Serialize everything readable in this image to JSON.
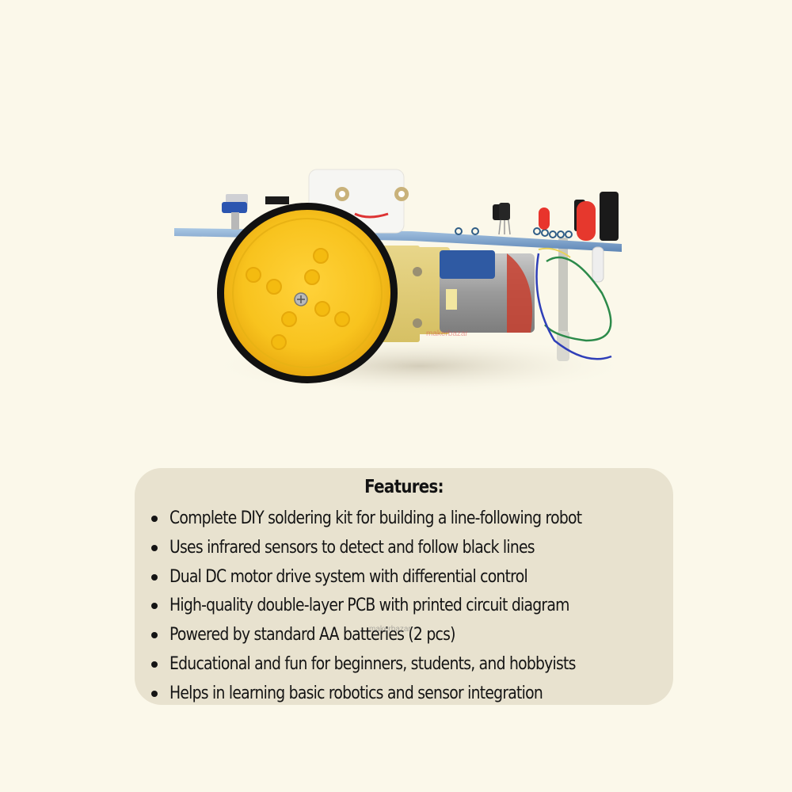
{
  "product_image": {
    "alt": "DIY line-following robot kit with yellow wheel, gear motor and PCB",
    "watermark": "makerbazar"
  },
  "features": {
    "title": "Features:",
    "items": [
      {
        "text": "Complete DIY soldering kit for building a line-following robot"
      },
      {
        "text": "Uses infrared sensors to detect and follow black lines"
      },
      {
        "text": "Dual DC motor drive system with differential control"
      },
      {
        "text": "High-quality double-layer PCB with printed circuit diagram"
      },
      {
        "text": "Powered by standard AA batteries (2 pcs)"
      },
      {
        "text": "Educational and fun for beginners, students, and hobbyists"
      },
      {
        "text": "Helps in learning basic robotics and sensor integration"
      }
    ],
    "watermark": "makerbazar"
  },
  "colors": {
    "background": "#fbf8ea",
    "panel": "#e8e2cf",
    "text": "#141414",
    "wheel_yellow": "#f7c21c",
    "pcb_blue": "#8fb3d6",
    "led_red": "#e8342c"
  }
}
